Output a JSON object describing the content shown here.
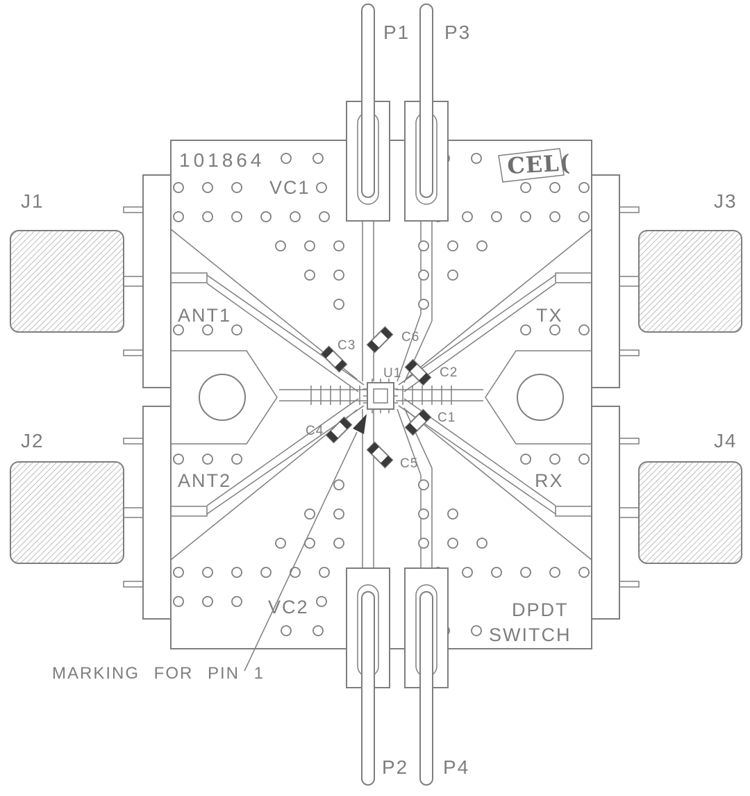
{
  "drawing": {
    "board_number": "101864",
    "logo_text": "CEL(",
    "pads": {
      "vc1": "VC1",
      "ant1": "ANT1",
      "ant2": "ANT2",
      "vc2": "VC2",
      "tx": "TX",
      "rx": "RX"
    },
    "device": {
      "line1": "DPDT",
      "line2": "SWITCH"
    },
    "connectors": {
      "j1": "J1",
      "j2": "J2",
      "j3": "J3",
      "j4": "J4"
    },
    "header_pins": {
      "p1": "P1",
      "p2": "P2",
      "p3": "P3",
      "p4": "P4"
    },
    "components": {
      "u1": "U1",
      "c1": "C1",
      "c2": "C2",
      "c3": "C3",
      "c4": "C4",
      "c5": "C5",
      "c6": "C6"
    },
    "annotations": {
      "pin1": "MARKING FOR PIN 1"
    },
    "colors": {
      "line": "#7e7e7e",
      "dark_fill": "#3a3a3a",
      "background": "#ffffff"
    }
  }
}
